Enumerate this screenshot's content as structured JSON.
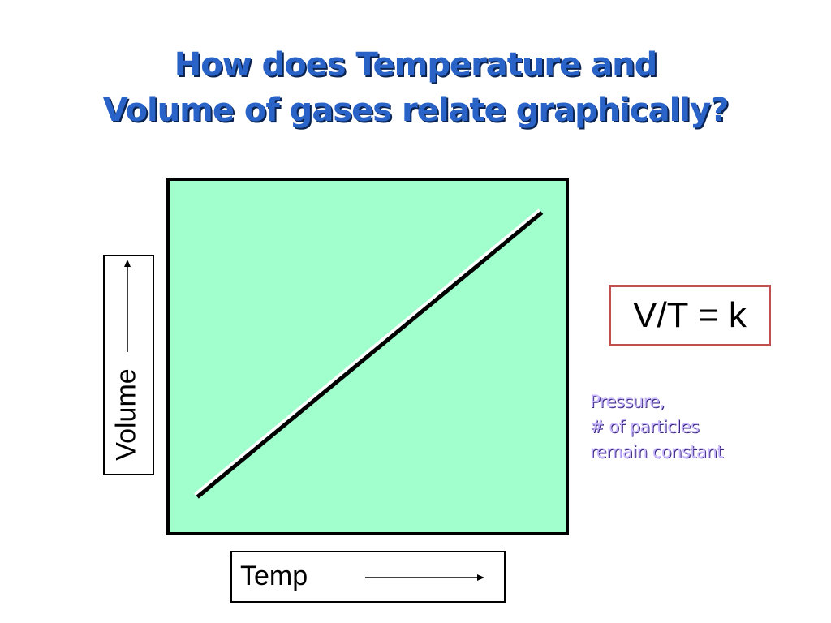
{
  "title": {
    "line1": "How does Temperature and",
    "line2": "Volume of gases relate graphically?"
  },
  "chart_data": {
    "type": "line",
    "xlabel": "Temp",
    "ylabel": "Volume",
    "x_unit_label": "",
    "series": [
      {
        "x": [
          0.07,
          0.94
        ],
        "y": [
          0.1,
          0.91
        ]
      }
    ],
    "xlim": [
      0,
      1
    ],
    "ylim": [
      0,
      1
    ],
    "grid": false,
    "background_color": "#a0ffcc",
    "line_color": "#000000"
  },
  "formula": "V/T = k",
  "note": {
    "line1": "Pressure,",
    "line2": "# of particles",
    "line3": "remain constant"
  },
  "colors": {
    "title": "#2a63c8",
    "formula_border": "#c0504d",
    "note": "#c9b8ff"
  }
}
